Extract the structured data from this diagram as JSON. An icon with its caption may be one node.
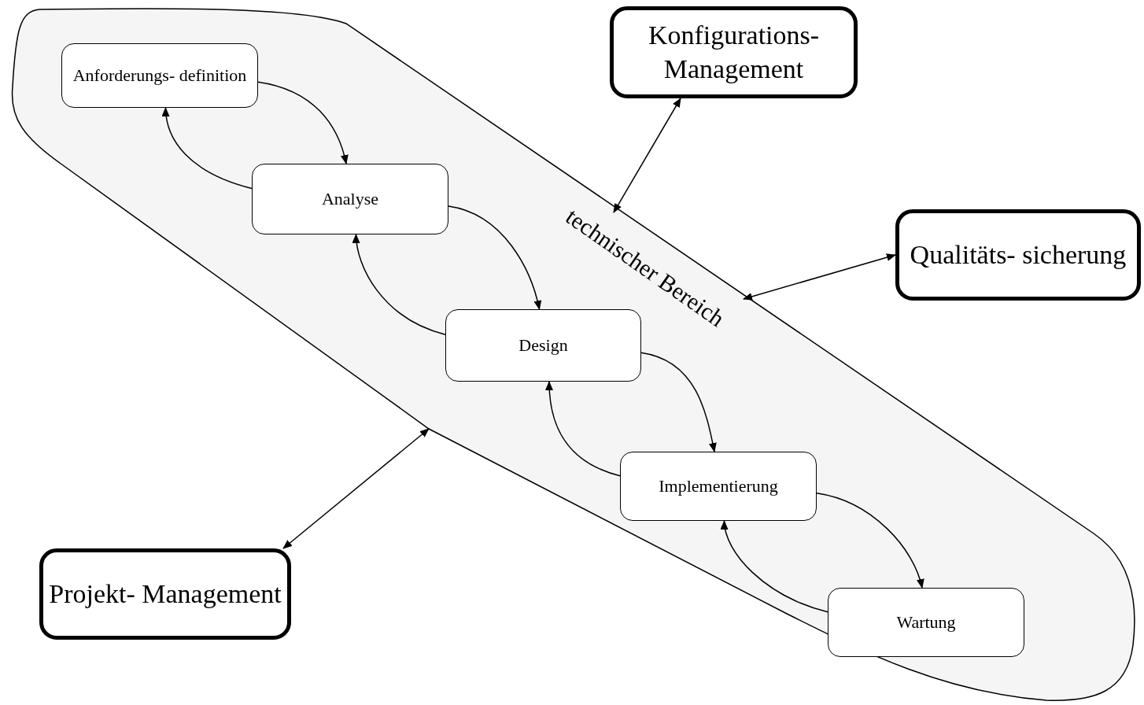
{
  "diagram": {
    "nodes": [
      {
        "text": [
          "technischer Bereich"
        ]
      },
      {
        "text": [
          "Anforderungs- definition"
        ],
        "in": 0
      },
      {
        "text": [
          "Analyse"
        ],
        "in": 0
      },
      {
        "text": [
          "Design"
        ],
        "in": 0
      },
      {
        "text": [
          "Implementierung"
        ],
        "in": 0
      },
      {
        "text": [
          "Wartung"
        ],
        "in": 0
      },
      {
        "text": [
          "Konfigurations- Management"
        ]
      },
      {
        "text": [
          "Qualitäts- sicherung"
        ]
      },
      {
        "text": [
          "Projekt- Management"
        ]
      }
    ],
    "edges": [
      {
        "from": 1,
        "to": 2,
        "arrow": "to"
      },
      {
        "from": 2,
        "to": 1,
        "arrow": "to"
      },
      {
        "from": 2,
        "to": 3,
        "arrow": "to"
      },
      {
        "from": 3,
        "to": 2,
        "arrow": "to"
      },
      {
        "from": 3,
        "to": 4,
        "arrow": "to"
      },
      {
        "from": 4,
        "to": 3,
        "arrow": "to"
      },
      {
        "from": 4,
        "to": 5,
        "arrow": "to"
      },
      {
        "from": 5,
        "to": 4,
        "arrow": "to"
      },
      {
        "from": 6,
        "to": 0,
        "arrow": "both"
      },
      {
        "from": 7,
        "to": 0,
        "arrow": "both"
      },
      {
        "from": 8,
        "to": 0,
        "arrow": "both"
      }
    ]
  }
}
